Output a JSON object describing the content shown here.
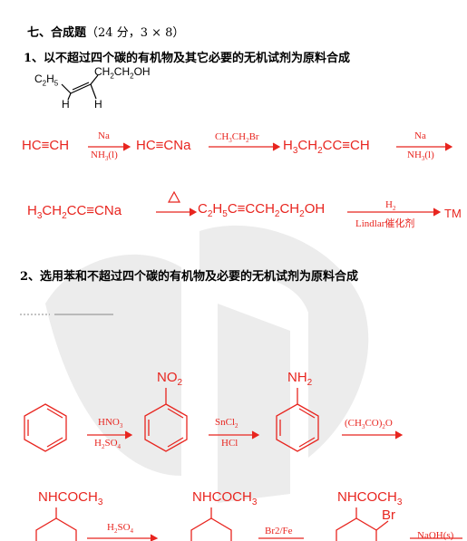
{
  "section": {
    "title": "七、合成题",
    "score": "（24 分，3 × 8）"
  },
  "q1": {
    "heading": "1、以不超过四个碳的有机物及其它必要的无机试剂为原料合成",
    "target": {
      "left": "C2H5",
      "right": "CH2CH2OH",
      "h1": "H",
      "h2": "H"
    },
    "row1": {
      "s1": "HC≡CH",
      "c1_top": "Na",
      "c1_bot": "NH3(l)",
      "s2": "HC≡CNa",
      "c2_top": "CH3CH2Br",
      "s3": "H3CH2CC≡CH",
      "c3_top": "Na",
      "c3_bot": "NH3(l)"
    },
    "row2": {
      "s1": "H3CH2CC≡CNa",
      "s2": "C2H5C≡CCH2CH2OH",
      "c2_top": "H2",
      "c2_bot": "Lindlar催化剂",
      "s3": "TM"
    }
  },
  "q2": {
    "heading": "2、选用苯和不超过四个碳的有机物及必要的无机试剂为原料合成",
    "row1": {
      "c1_top": "HNO3",
      "c1_bot": "H2SO4",
      "sub1": "NO2",
      "c2_top": "SnCl2",
      "c2_bot": "HCl",
      "sub2": "NH2",
      "c3_top": "(CH3CO)2O"
    },
    "row2": {
      "sub1": "NHCOCH3",
      "c1_top": "H2SO4",
      "sub2": "NHCOCH3",
      "c2_top": "Br2/Fe",
      "sub3": "NHCOCH3",
      "sub3b": "Br",
      "c3_top": "NaOH(s)"
    }
  },
  "colors": {
    "accent": "#e8251f",
    "watermark": "#e8e8e8"
  }
}
